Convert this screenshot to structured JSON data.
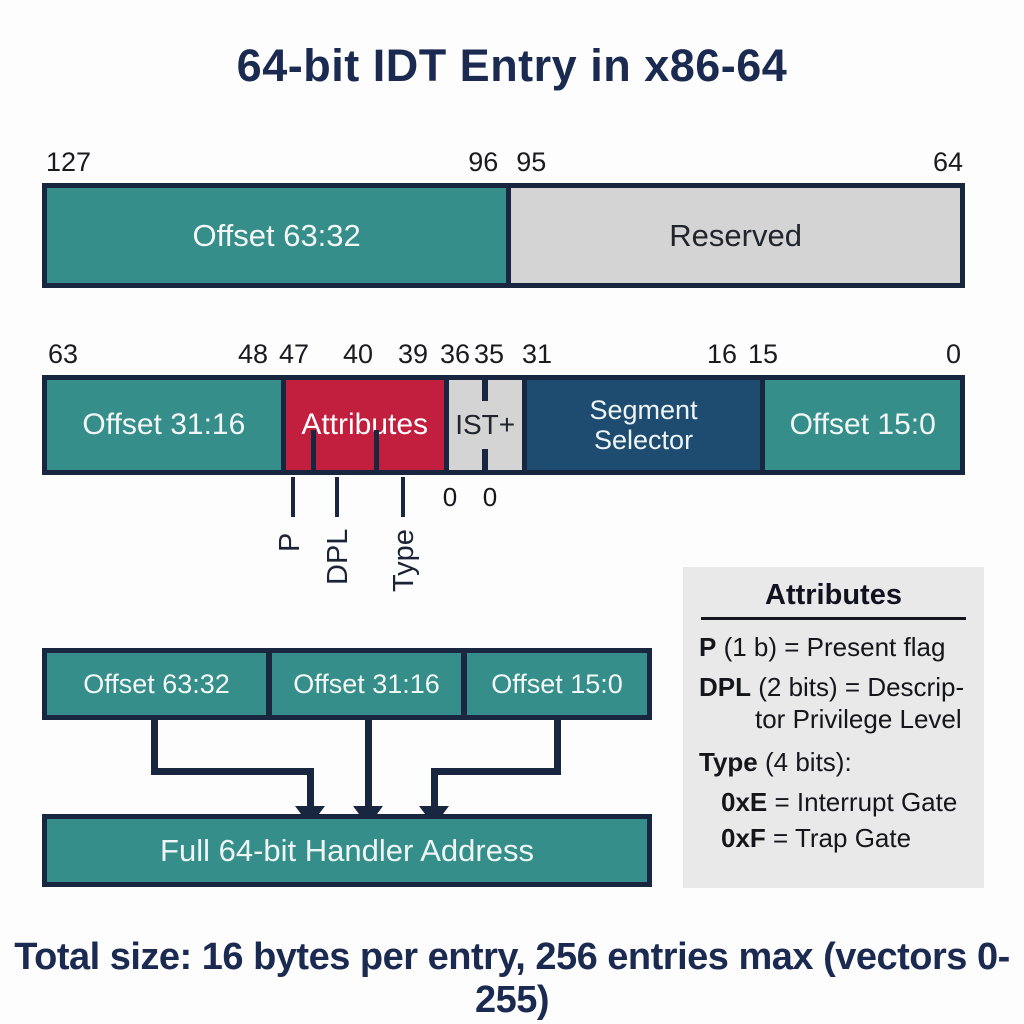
{
  "title": "64-bit IDT Entry in x86-64",
  "row1": {
    "bit_labels": [
      "127",
      "96",
      "95",
      "64"
    ],
    "cells": [
      {
        "label": "Offset 63:32"
      },
      {
        "label": "Reserved"
      }
    ]
  },
  "row2": {
    "bit_labels": [
      "63",
      "48",
      "47",
      "40",
      "39",
      "36",
      "35",
      "31",
      "16",
      "15",
      "0"
    ],
    "cells": [
      {
        "label": "Offset 31:16"
      },
      {
        "label": "Attributes"
      },
      {
        "label": "IST+"
      },
      {
        "label": "Segment Selector"
      },
      {
        "label": "Offset 15:0"
      }
    ],
    "zero_bits": [
      "0",
      "0"
    ],
    "field_labels": [
      "P",
      "DPL",
      "Type"
    ]
  },
  "legend": {
    "heading": "Attributes",
    "items": [
      {
        "term": "P",
        "rest": " (1 b) = Present flag"
      },
      {
        "term": "DPL",
        "rest": " (2 bits) = Descrip-",
        "continuation": "tor Privilege Level"
      },
      {
        "term": "Type",
        "rest": " (4 bits):"
      },
      {
        "term": "0xE",
        "rest": " = Interrupt Gate"
      },
      {
        "term": "0xF",
        "rest": " = Trap Gate"
      }
    ]
  },
  "assembly": {
    "source_boxes": [
      "Offset 63:32",
      "Offset 31:16",
      "Offset 15:0"
    ],
    "result_box": "Full 64-bit Handler Address"
  },
  "footer": "Total size: 16 bytes per entry, 256 entries max (vectors 0-255)",
  "colors": {
    "teal": "#358e8a",
    "crimson": "#c11f3d",
    "dark_blue": "#1e4c70",
    "navy_border": "#18263f",
    "reserved_gray": "#d4d4d4",
    "legend_bg": "#e9e9e9",
    "title_navy": "#1b2a50"
  }
}
